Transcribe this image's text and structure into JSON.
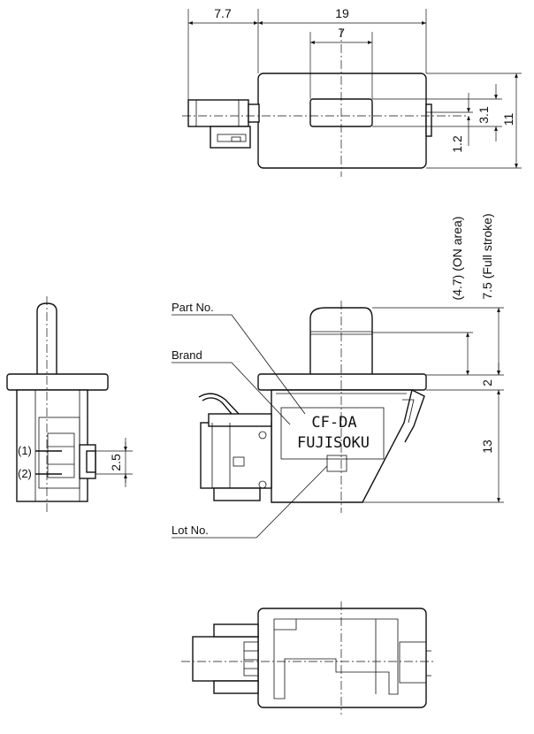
{
  "dimensions": {
    "top_left_width": "7.7",
    "top_width": "19",
    "window_width": "7",
    "window_height": "3.1",
    "window_offset": "1.2",
    "body_height": "11",
    "on_area": "(4.7) (ON area)",
    "full_stroke": "7.5 (Full stroke)",
    "flange": "2",
    "case_height": "13",
    "terminal_pitch": "2.5"
  },
  "labels": {
    "part_no": "Part No.",
    "brand": "Brand",
    "lot_no": "Lot No.",
    "terminal_1": "(1)",
    "terminal_2": "(2)"
  },
  "markings": {
    "part_number": "CF-DA",
    "brand_name": "FUJISOKU"
  }
}
